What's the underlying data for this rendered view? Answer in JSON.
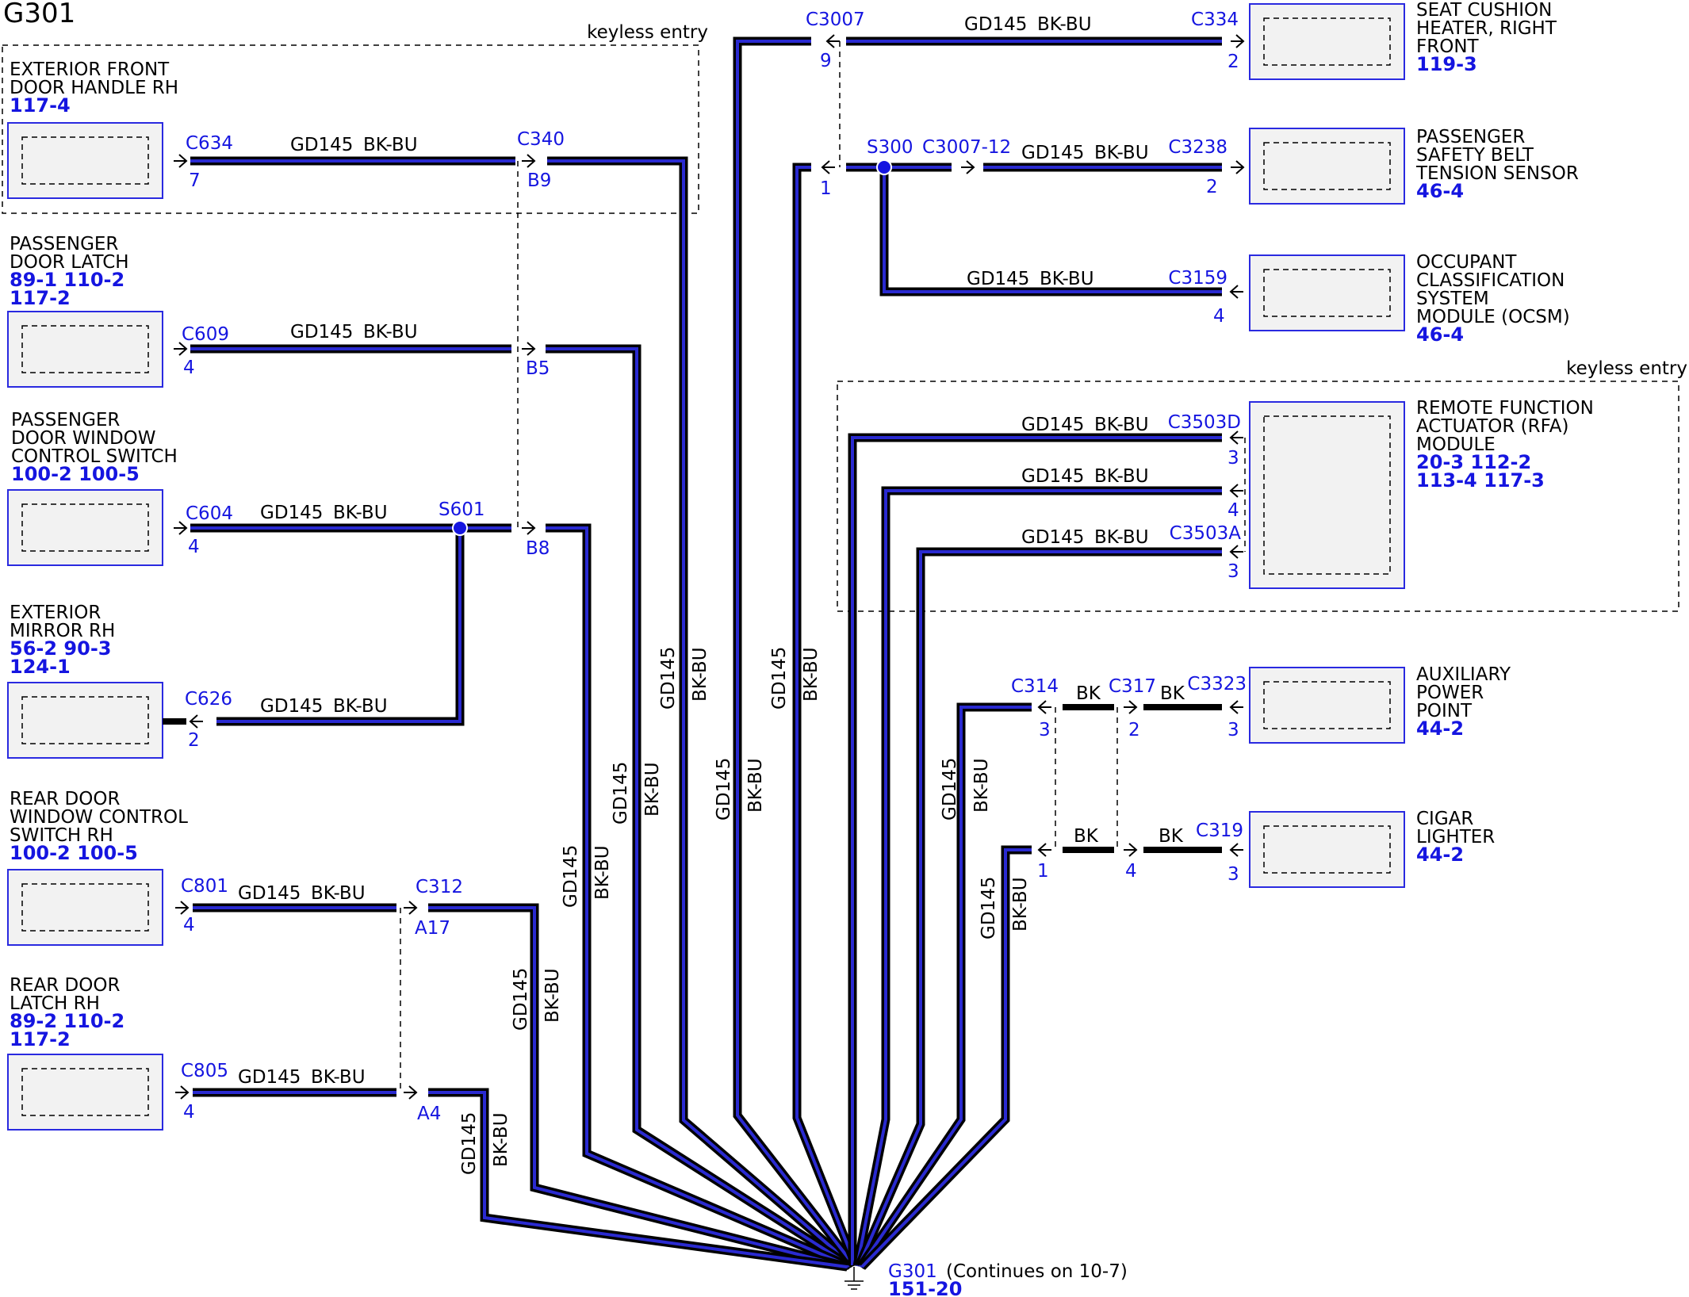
{
  "title": "G301",
  "colors": {
    "connector": "#1515e0",
    "wire_inner": "#2a2ad0",
    "wire_outer": "#000000",
    "component_border": "#2a2ae0",
    "component_fill": "#f2f2f2"
  },
  "icons": [
    "arrow-connector-icon",
    "splice-dot-icon",
    "ground-symbol-icon"
  ],
  "keyless_box_1": {
    "label": "keyless entry"
  },
  "keyless_box_2": {
    "label": "keyless entry"
  },
  "components": {
    "ext_door_handle": {
      "lines": [
        "EXTERIOR FRONT",
        "DOOR HANDLE RH"
      ],
      "refs": [
        "117-4"
      ]
    },
    "pass_door_latch": {
      "lines": [
        "PASSENGER",
        "DOOR LATCH"
      ],
      "refs": [
        "89-1  110-2",
        "117-2"
      ]
    },
    "pass_window_switch": {
      "lines": [
        "PASSENGER",
        "DOOR WINDOW",
        "CONTROL SWITCH"
      ],
      "refs": [
        "100-2 100-5"
      ]
    },
    "ext_mirror": {
      "lines": [
        "EXTERIOR",
        "MIRROR RH"
      ],
      "refs": [
        "56-2  90-3",
        "124-1"
      ]
    },
    "rear_window_switch": {
      "lines": [
        "REAR DOOR",
        "WINDOW CONTROL",
        "SWITCH RH"
      ],
      "refs": [
        "100-2 100-5"
      ]
    },
    "rear_door_latch": {
      "lines": [
        "REAR DOOR",
        "LATCH RH"
      ],
      "refs": [
        "89-2  110-2",
        "117-2"
      ]
    },
    "seat_heater": {
      "lines": [
        "SEAT CUSHION",
        "HEATER, RIGHT",
        "FRONT"
      ],
      "refs": [
        "119-3"
      ]
    },
    "belt_sensor": {
      "lines": [
        "PASSENGER",
        "SAFETY BELT",
        "TENSION SENSOR"
      ],
      "refs": [
        "46-4"
      ]
    },
    "ocsm": {
      "lines": [
        "OCCUPANT",
        "CLASSIFICATION",
        "SYSTEM",
        "MODULE (OCSM)"
      ],
      "refs": [
        "46-4"
      ]
    },
    "rfa": {
      "lines": [
        "REMOTE FUNCTION",
        "ACTUATOR (RFA)",
        "MODULE"
      ],
      "refs": [
        "20-3  112-2",
        "113-4 117-3"
      ]
    },
    "aux_power": {
      "lines": [
        "AUXILIARY",
        "POWER",
        "POINT"
      ],
      "refs": [
        "44-2"
      ]
    },
    "cigar": {
      "lines": [
        "CIGAR",
        "LIGHTER"
      ],
      "refs": [
        "44-2"
      ]
    }
  },
  "connectors": {
    "c634": {
      "name": "C634",
      "pin": "7"
    },
    "c340_b9": {
      "name": "C340",
      "pin": "B9"
    },
    "c609": {
      "name": "C609",
      "pin": "4"
    },
    "c340_b5": {
      "pin": "B5"
    },
    "c604": {
      "name": "C604",
      "pin": "4"
    },
    "c340_b8": {
      "pin": "B8"
    },
    "c626": {
      "name": "C626",
      "pin": "2"
    },
    "c801": {
      "name": "C801",
      "pin": "4"
    },
    "c312_a17": {
      "name": "C312",
      "pin": "A17"
    },
    "c805": {
      "name": "C805",
      "pin": "4"
    },
    "c312_a4": {
      "pin": "A4"
    },
    "c3007_9": {
      "name": "C3007",
      "pin": "9"
    },
    "c3007_1": {
      "pin": "1"
    },
    "c3007_12": {
      "name": "C3007-12"
    },
    "c334": {
      "name": "C334",
      "pin": "2"
    },
    "c3238": {
      "name": "C3238",
      "pin": "2"
    },
    "c3159": {
      "name": "C3159",
      "pin": "4"
    },
    "c3503d": {
      "name": "C3503D",
      "pin": "3"
    },
    "c3503_4": {
      "pin": "4"
    },
    "c3503a": {
      "name": "C3503A",
      "pin": "3"
    },
    "c314_3": {
      "name": "C314",
      "pin": "3"
    },
    "c317_2": {
      "name": "C317",
      "pin": "2"
    },
    "c3323": {
      "name": "C3323",
      "pin": "3"
    },
    "c314_1": {
      "pin": "1"
    },
    "c317_4": {
      "pin": "4"
    },
    "c319": {
      "name": "C319",
      "pin": "3"
    }
  },
  "splices": {
    "s601": "S601",
    "s300": "S300"
  },
  "wire": {
    "circuit": "GD145",
    "color": "BK-BU",
    "bk": "BK"
  },
  "ground": {
    "name": "G301",
    "note": "(Continues on 10-7)",
    "ref": "151-20"
  }
}
